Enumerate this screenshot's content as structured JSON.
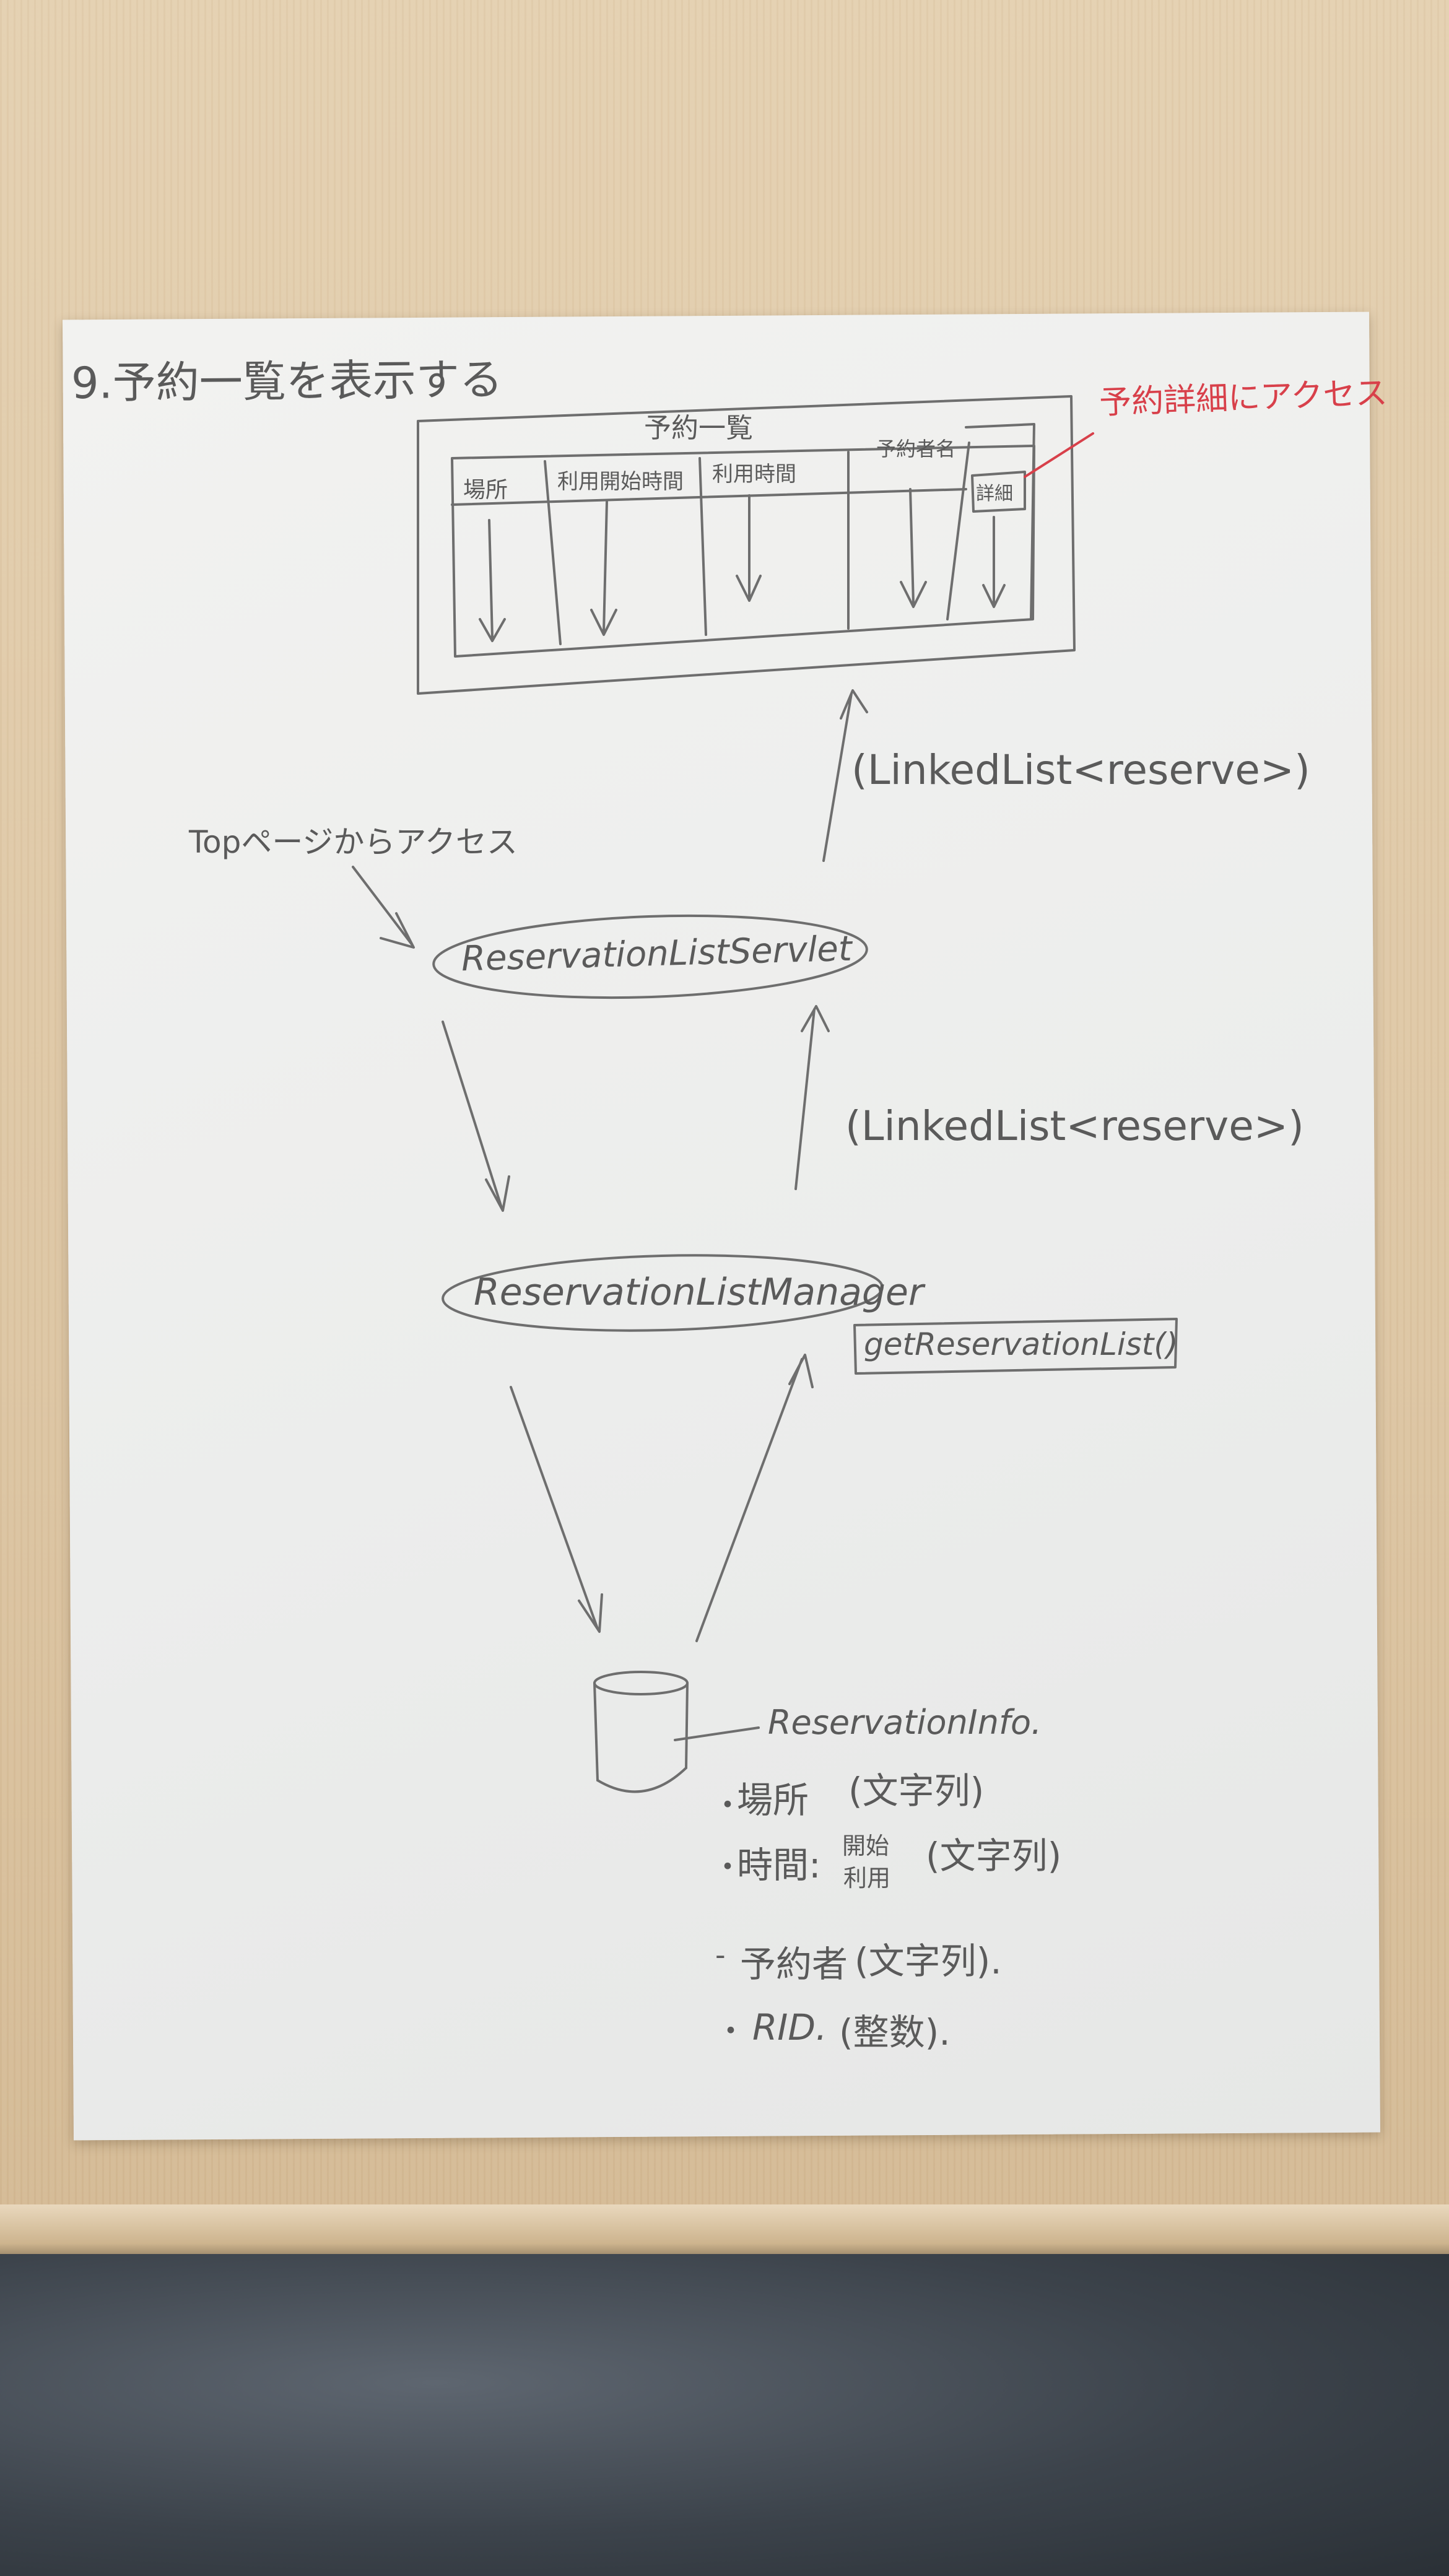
{
  "heading": "9.予約一覧を表示する",
  "screen": {
    "title": "予約一覧",
    "columns": [
      "場所",
      "利用開始時間",
      "利用時間",
      "予約者名"
    ],
    "detail_button": "詳細",
    "detail_note": "予約詳細にアクセス"
  },
  "flow": {
    "entry_note": "Topページからアクセス",
    "servlet": "ReservationListServlet",
    "manager": "ReservationListManager",
    "method": "getReservationList()",
    "return_upper": "(LinkedList<reserve>)",
    "return_lower": "(LinkedList<reserve>)"
  },
  "database": {
    "name": "ReservationInfo.",
    "fields": [
      {
        "bullet": "・",
        "name": "場所",
        "type": "(文字列)"
      },
      {
        "bullet": "・",
        "name": "時間:",
        "sub": [
          "開始",
          "利用"
        ],
        "type": "(文字列)"
      },
      {
        "bullet": "-",
        "name": "予約者",
        "type": "(文字列)."
      },
      {
        "bullet": "・",
        "name": "RID.",
        "type": "(整数)."
      }
    ]
  }
}
